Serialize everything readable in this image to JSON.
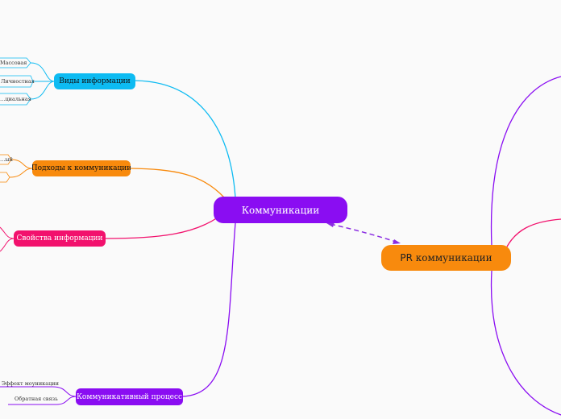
{
  "colors": {
    "background": "#fafafa",
    "purple": "#8a0df2",
    "orange": "#f88a0d",
    "blue": "#0dbbf2",
    "pink": "#f2116d",
    "relationship": "#8a2be2"
  },
  "central": {
    "label": "Коммуникации"
  },
  "pr": {
    "label_prefix": "PR",
    "label_rest": " коммуникации"
  },
  "topics": {
    "types": {
      "label": "Виды информации",
      "leaves": [
        "Массовая",
        "Личностная",
        "…циальная"
      ]
    },
    "approaches": {
      "label": "Подходы к коммуникации",
      "leaves": [
        "…ый",
        ""
      ]
    },
    "properties": {
      "label": "Свойства информации"
    },
    "process": {
      "label": "Коммуникативный процесс",
      "leaves": [
        "Эффект моуникации",
        "Обратная связь"
      ]
    }
  }
}
